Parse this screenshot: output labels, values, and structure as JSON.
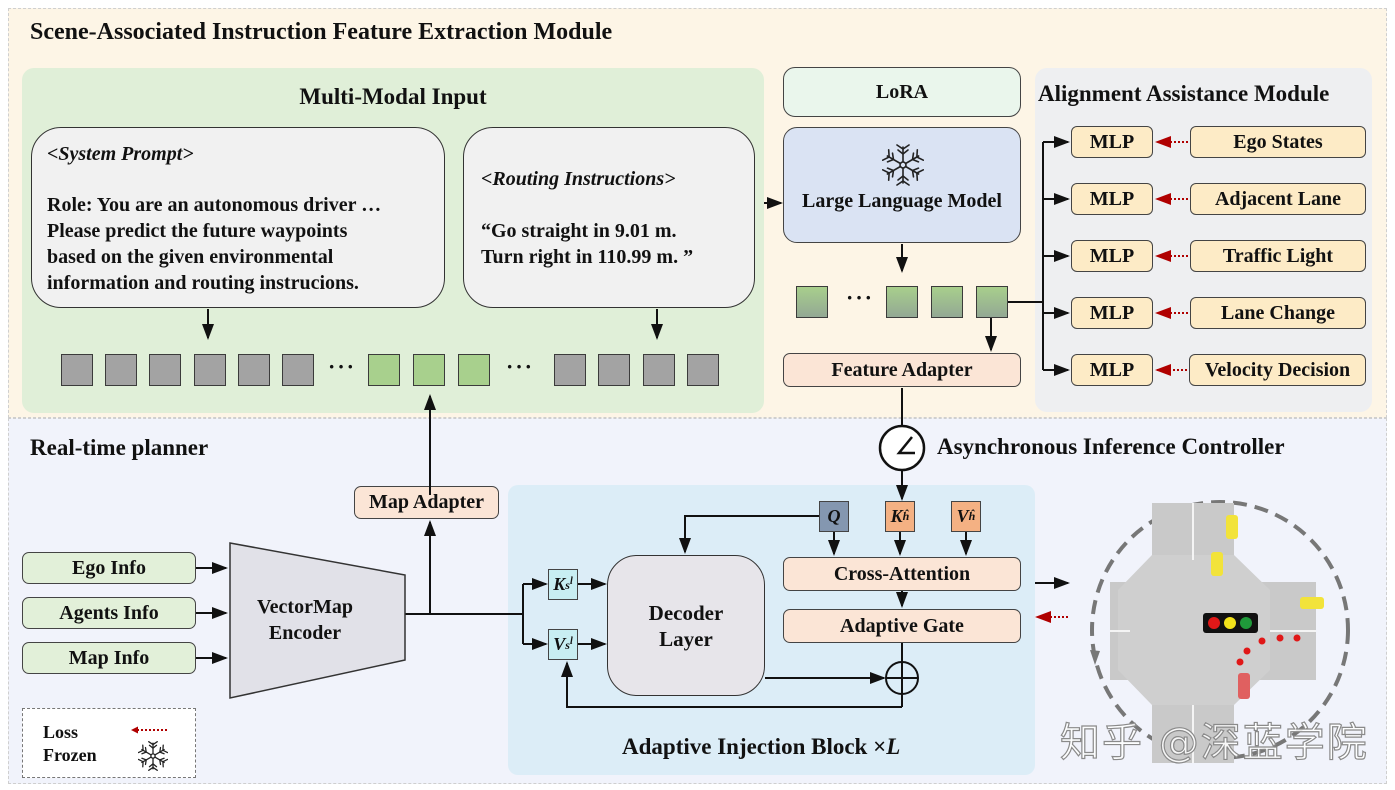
{
  "top_section": {
    "title": "Scene-Associated Instruction Feature Extraction Module",
    "multimodal_input": {
      "title": "Multi-Modal Input",
      "system_prompt": {
        "header": "<System Prompt>",
        "lines": [
          "Role: You are an autonomous driver …",
          "Please predict the future waypoints",
          "based on the given environmental",
          "information and routing instrucions."
        ]
      },
      "routing_instructions": {
        "header": "<Routing Instructions>",
        "lines": [
          "“Go straight in 9.01 m.",
          "Turn right in 110.99 m. ”"
        ]
      },
      "token_groups": [
        {
          "color": "gray",
          "count": 6
        },
        {
          "ellipsis": "···"
        },
        {
          "color": "green",
          "count": 3
        },
        {
          "ellipsis": "···"
        },
        {
          "color": "gray",
          "count": 4
        }
      ],
      "ellipsis": "···"
    },
    "lora": "LoRA",
    "llm": {
      "label": "Large Language Model",
      "icon": "snowflake-icon"
    },
    "llm_tokens_ellipsis": "···",
    "feature_adapter": "Feature Adapter",
    "alignment_module": {
      "title": "Alignment Assistance Module",
      "rows": [
        {
          "mlp": "MLP",
          "target": "Ego States"
        },
        {
          "mlp": "MLP",
          "target": "Adjacent Lane"
        },
        {
          "mlp": "MLP",
          "target": "Traffic Light"
        },
        {
          "mlp": "MLP",
          "target": "Lane Change"
        },
        {
          "mlp": "MLP",
          "target": "Velocity Decision"
        }
      ]
    }
  },
  "bottom_section": {
    "title": "Real-time planner",
    "async_controller": {
      "label": "Asynchronous Inference Controller",
      "icon": "clock-icon"
    },
    "map_adapter": "Map Adapter",
    "inputs": [
      "Ego Info",
      "Agents Info",
      "Map Info"
    ],
    "encoder": {
      "line1": "VectorMap",
      "line2": "Encoder"
    },
    "injection_block": {
      "title": "Adaptive Injection Block ×",
      "title_var": "L",
      "decoder": {
        "line1": "Decoder",
        "line2": "Layer"
      },
      "k_s": {
        "base": "K",
        "sub": "s",
        "sup": "l"
      },
      "v_s": {
        "base": "V",
        "sub": "s",
        "sup": "l"
      },
      "q": "Q",
      "k_h": {
        "base": "K",
        "sub": "ĥ"
      },
      "v_h": {
        "base": "V",
        "sub": "ĥ"
      },
      "cross_attention": "Cross-Attention",
      "adaptive_gate": "Adaptive Gate"
    },
    "scene": {
      "icon": "intersection-scene-image",
      "traffic_light_colors": [
        "#e01818",
        "#f2e21a",
        "#1f9a3a"
      ]
    },
    "legend": {
      "loss_label": "Loss",
      "frozen_label": "Frozen"
    }
  },
  "watermark": "知乎 @深蓝学院",
  "colors": {
    "top_bg": "#fdf5e6",
    "bottom_bg": "#f1f3fb",
    "multimodal_bg": "#e0efd8",
    "loss_arrow": "#b00000",
    "peach": "#fbe5d6",
    "yellow": "#fdebc6"
  }
}
